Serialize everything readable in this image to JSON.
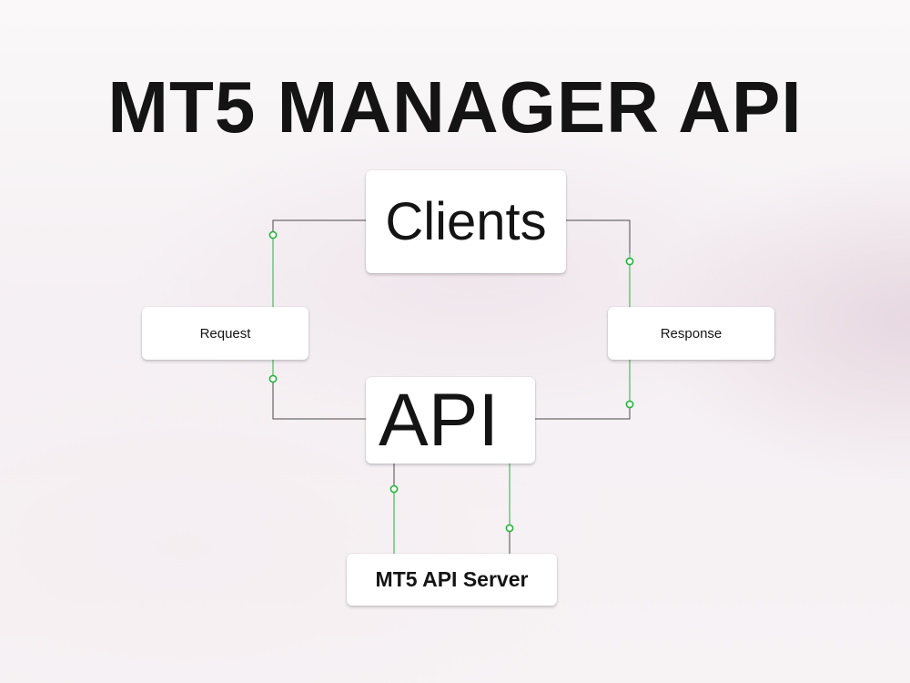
{
  "title": "MT5 MANAGER API",
  "nodes": {
    "clients": "Clients",
    "api": "API",
    "request": "Request",
    "response": "Response",
    "server": "MT5 API Server"
  },
  "colors": {
    "connector_line": "#4a4a4a",
    "active_path": "#22b53a",
    "node_background": "#ffffff",
    "text": "#141414"
  }
}
